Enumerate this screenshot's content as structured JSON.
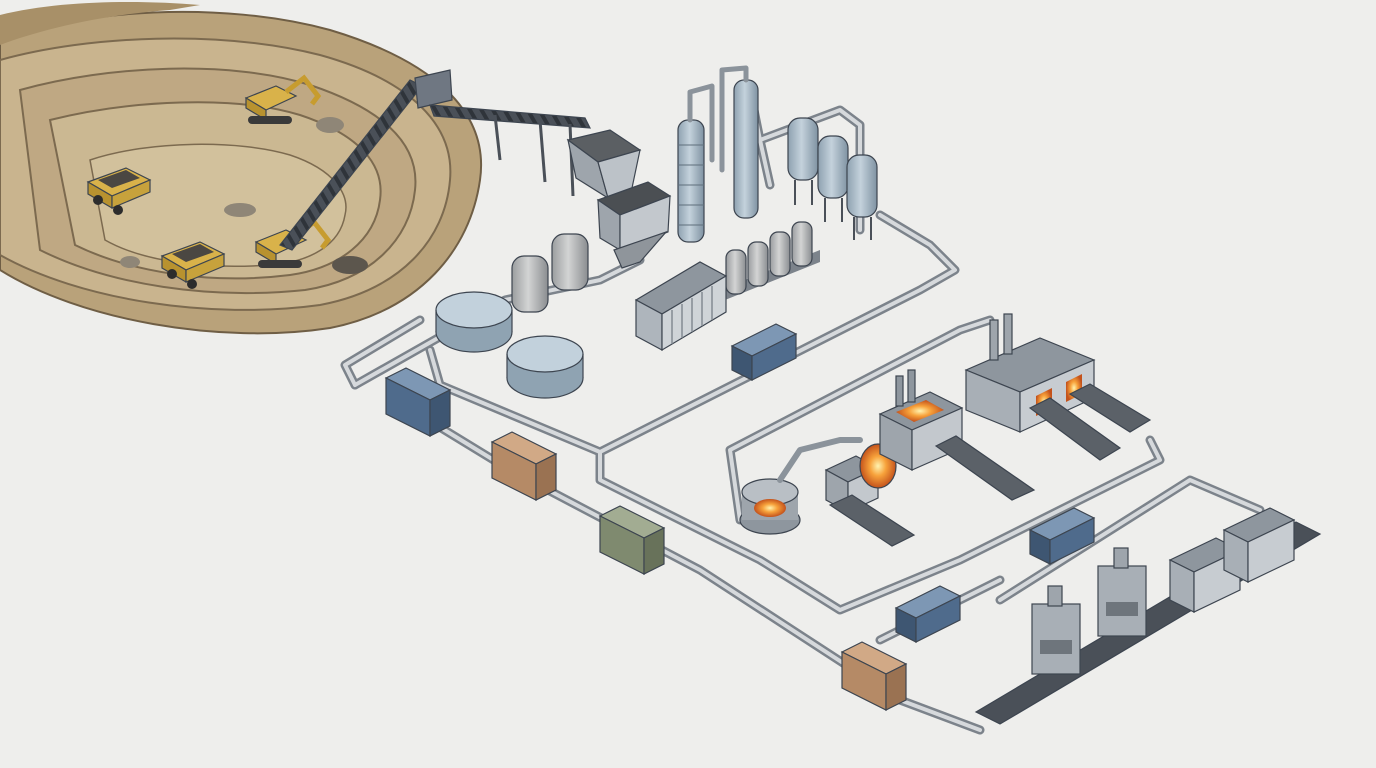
{
  "diagram": {
    "stages": [
      {
        "name": "open-pit-mine",
        "equipment": [
          "excavator",
          "excavator",
          "haul-truck",
          "haul-truck",
          "conveyor"
        ]
      },
      {
        "name": "crushing-and-conveying",
        "equipment": [
          "conveyor",
          "hopper",
          "crusher"
        ]
      },
      {
        "name": "chemical-processing",
        "equipment": [
          "distillation-column",
          "distillation-column",
          "storage-silo",
          "storage-tank",
          "settling-tank",
          "filter-unit"
        ]
      },
      {
        "name": "smelting",
        "equipment": [
          "furnace",
          "furnace",
          "furnace",
          "conveyor"
        ]
      },
      {
        "name": "refining-and-casting",
        "equipment": [
          "refinery-building",
          "roller-conveyor"
        ]
      },
      {
        "name": "press-and-packaging",
        "equipment": [
          "hydraulic-press",
          "hydraulic-press",
          "packaging-machine",
          "packaging-machine"
        ]
      }
    ],
    "containers": [
      {
        "name": "container-1",
        "color": "#4f6b8c"
      },
      {
        "name": "container-2",
        "color": "#b58a66"
      },
      {
        "name": "container-3",
        "color": "#7f8a6f"
      },
      {
        "name": "container-4",
        "color": "#b58a66"
      },
      {
        "name": "container-5",
        "color": "#4f6b8c"
      },
      {
        "name": "container-6",
        "color": "#4f6b8c"
      },
      {
        "name": "container-7",
        "color": "#4f6b8c"
      }
    ],
    "colors": {
      "background": "#eeeeec",
      "pipe": "#9aa1a8",
      "pipe_highlight": "#d6d9dc",
      "machinery": "#aab0b7",
      "tank": "#a7b9c7",
      "furnace_glow": "#f28c28",
      "earth": "#c9b48e",
      "vehicle": "#d9b24a",
      "rail": "#3d4550"
    }
  }
}
